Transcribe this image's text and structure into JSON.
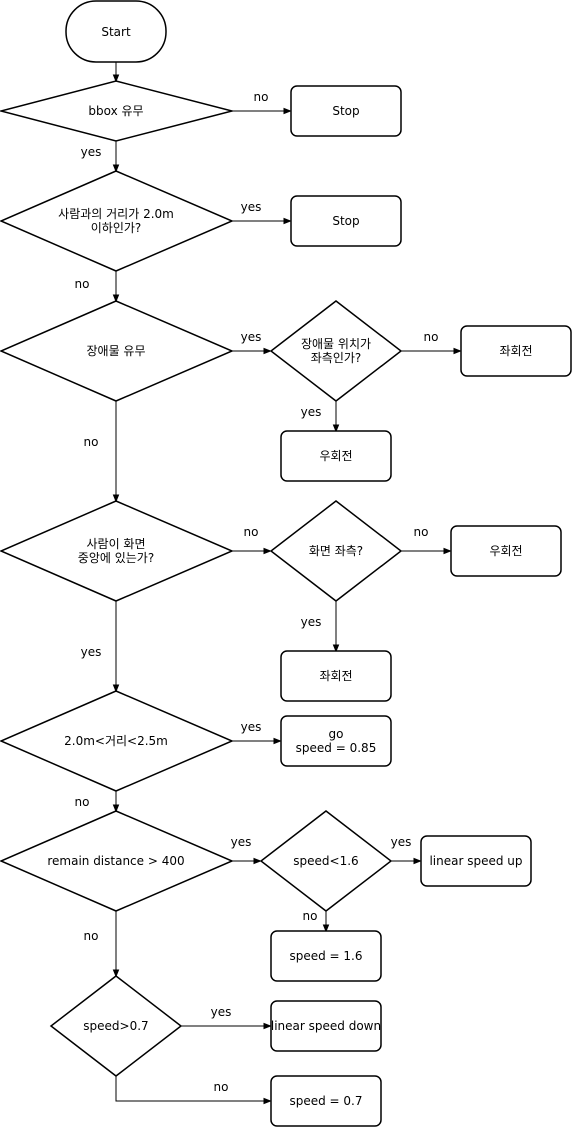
{
  "nodes": {
    "start": "Start",
    "d_bbox": "bbox 유무",
    "stop1": "Stop",
    "d_dist1": "사람과의 거리가 2.0m",
    "d_dist2": "이하인가?",
    "stop2": "Stop",
    "d_obst": "장애물 유무",
    "d_obstpos1": "장애물 위치가",
    "d_obstpos2": "좌측인가?",
    "turn_left1": "좌회전",
    "turn_right1": "우회전",
    "d_center1": "사람이 화면",
    "d_center2": "중앙에 있는가?",
    "d_screenleft": "화면 좌측?",
    "turn_right2": "우회전",
    "turn_left2": "좌회전",
    "d_range": "2.0m<거리<2.5m",
    "go1": "go",
    "go2": "speed = 0.85",
    "d_remain": "remain distance > 400",
    "d_speed16": "speed<1.6",
    "speedup": "linear speed up",
    "speed16": "speed = 1.6",
    "d_speed07": "speed>0.7",
    "speeddown": "linear speed down",
    "speed07": "speed = 0.7"
  },
  "edges": {
    "bbox_no": "no",
    "bbox_yes": "yes",
    "dist_yes": "yes",
    "dist_no": "no",
    "obst_yes": "yes",
    "obst_no": "no",
    "obstpos_no": "no",
    "obstpos_yes": "yes",
    "center_no": "no",
    "center_yes": "yes",
    "screenleft_no": "no",
    "screenleft_yes": "yes",
    "range_yes": "yes",
    "range_no": "no",
    "remain_yes": "yes",
    "remain_no": "no",
    "speed16_yes": "yes",
    "speed16_no": "no",
    "speed07_yes": "yes",
    "speed07_no": "no"
  }
}
